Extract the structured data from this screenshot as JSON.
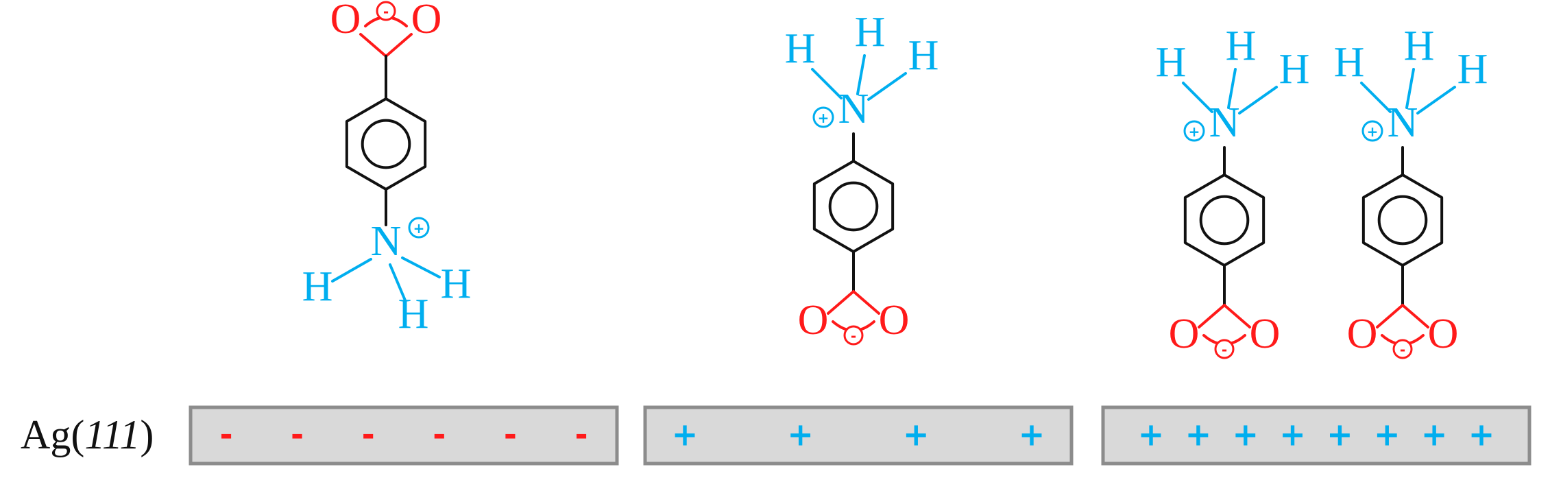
{
  "surface": {
    "label_prefix": "Ag(",
    "label_index": "111",
    "label_suffix": ")"
  },
  "atoms": {
    "oxygen": "O",
    "nitrogen": "N",
    "hydrogen": "H"
  },
  "charges": {
    "positive": "+",
    "negative": "-"
  },
  "panels": [
    {
      "name": "panel-1",
      "surface_sign": "-",
      "sign_count": 6,
      "molecules": 1,
      "orientation": "amino-down"
    },
    {
      "name": "panel-2",
      "surface_sign": "+",
      "sign_count": 4,
      "molecules": 1,
      "orientation": "carboxylate-down"
    },
    {
      "name": "panel-3",
      "surface_sign": "+",
      "sign_count": 8,
      "molecules": 2,
      "orientation": "carboxylate-down"
    }
  ],
  "colors": {
    "carboxylate": "#ff1a1a",
    "ammonium": "#00aeef",
    "ring": "#111111",
    "surface_fill": "#d9d9d9",
    "surface_border": "#8c8c8c"
  }
}
